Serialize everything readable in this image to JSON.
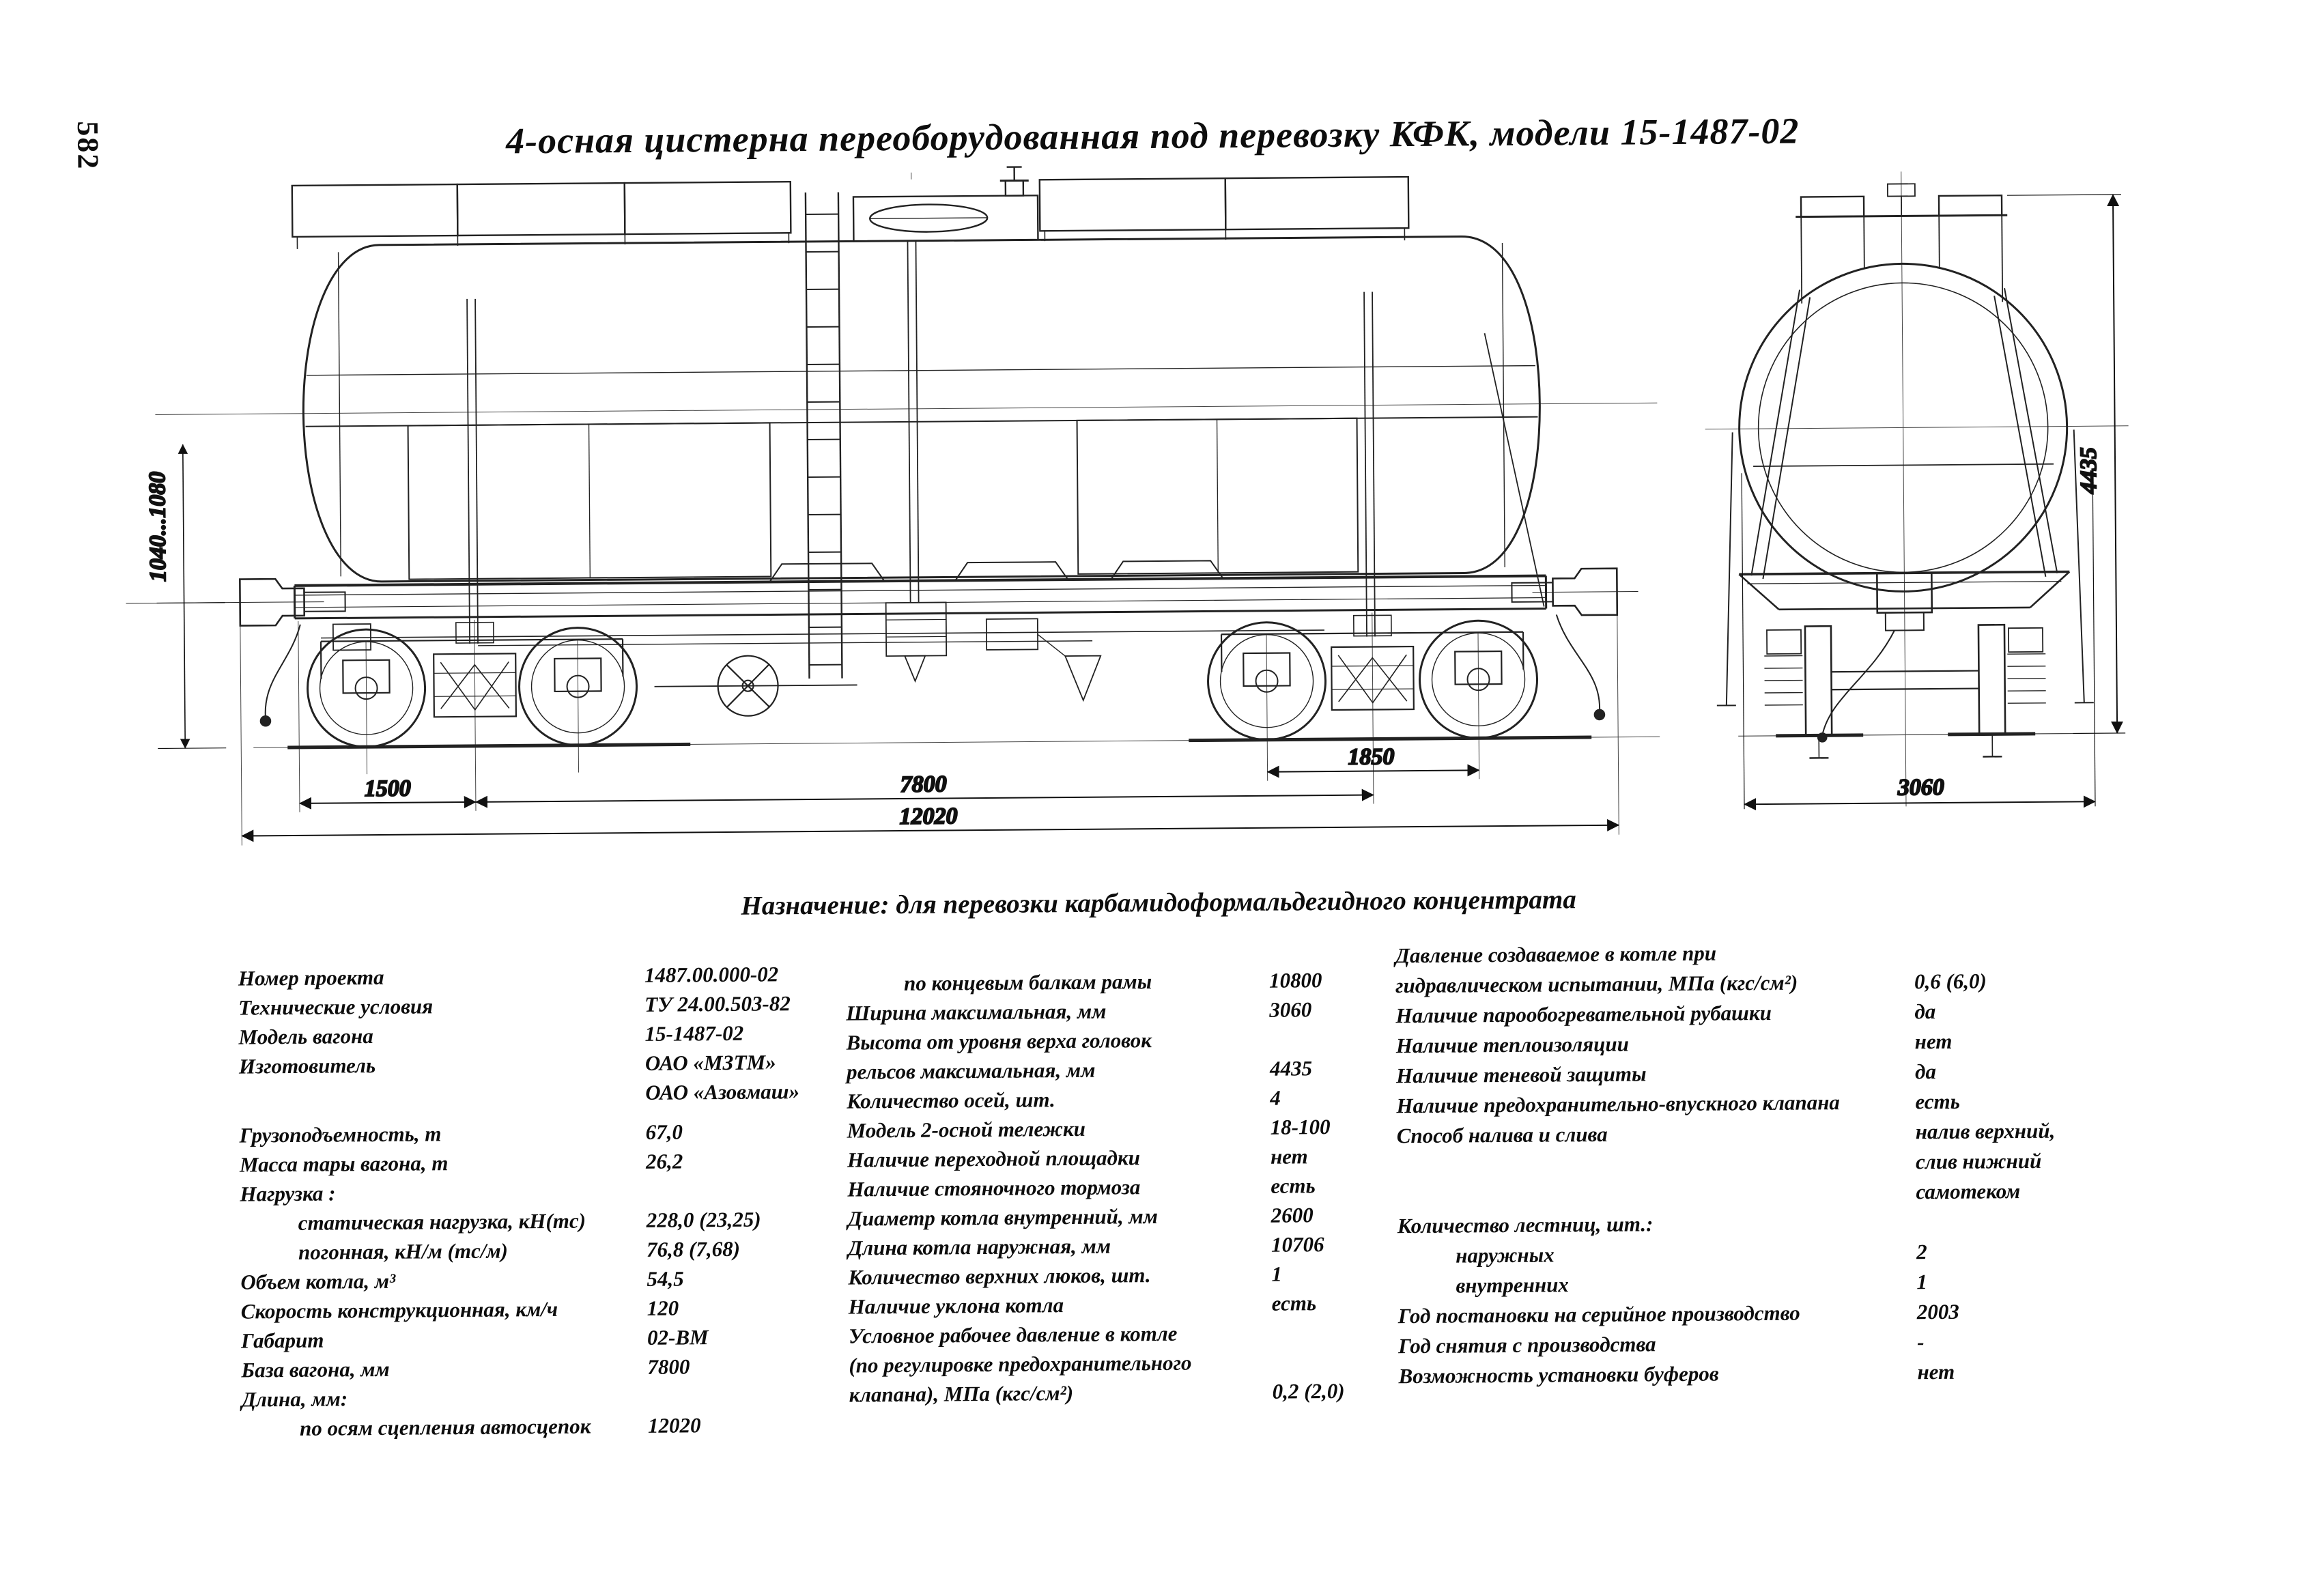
{
  "page": {
    "number": "582"
  },
  "title": "4-осная цистерна переоборудованная под перевозку КФК, модели 15-1487-02",
  "purpose": "Назначение: для перевозки карбамидоформальдегидного концентрата",
  "drawing": {
    "dims": {
      "coupler_height": "1040...1080",
      "d1500": "1500",
      "d7800": "7800",
      "d1850": "1850",
      "d12020": "12020",
      "d3060": "3060",
      "d4435": "4435"
    }
  },
  "specs": {
    "col1": [
      {
        "label": "Номер проекта",
        "value": "1487.00.000-02"
      },
      {
        "label": "Технические условия",
        "value": "ТУ 24.00.503-82"
      },
      {
        "label": "Модель вагона",
        "value": "15-1487-02"
      },
      {
        "label": "Изготовитель",
        "value": "ОАО «МЗТМ»"
      },
      {
        "label": "",
        "value": "ОАО «Азовмаш»"
      },
      {
        "label": "",
        "value": "",
        "cls": "sp"
      },
      {
        "label": "Грузоподъемность, т",
        "value": "67,0"
      },
      {
        "label": "Масса тары вагона, т",
        "value": "26,2"
      },
      {
        "label": "Нагрузка :",
        "value": ""
      },
      {
        "label": "статическая нагрузка, кН(тс)",
        "value": "228,0 (23,25)",
        "cls": "ind"
      },
      {
        "label": "погонная, кН/м (тс/м)",
        "value": "76,8 (7,68)",
        "cls": "ind"
      },
      {
        "label": "Объем котла, м³",
        "value": "54,5"
      },
      {
        "label": "Скорость конструкционная, км/ч",
        "value": "120"
      },
      {
        "label": "Габарит",
        "value": "02-ВМ"
      },
      {
        "label": "База вагона, мм",
        "value": "7800"
      },
      {
        "label": "Длина, мм:",
        "value": ""
      },
      {
        "label": "по осям сцепления автосцепок",
        "value": "12020",
        "cls": "ind"
      }
    ],
    "col2": [
      {
        "label": "по концевым балкам рамы",
        "value": "10800",
        "cls": "ind"
      },
      {
        "label": "Ширина максимальная, мм",
        "value": "3060"
      },
      {
        "label": "Высота от уровня верха головок",
        "value": ""
      },
      {
        "label": "рельсов максимальная, мм",
        "value": "4435"
      },
      {
        "label": "Количество осей, шт.",
        "value": "4"
      },
      {
        "label": "Модель 2-осной тележки",
        "value": "18-100"
      },
      {
        "label": "Наличие переходной площадки",
        "value": "нет"
      },
      {
        "label": "Наличие стояночного тормоза",
        "value": "есть"
      },
      {
        "label": "Диаметр котла внутренний, мм",
        "value": "2600"
      },
      {
        "label": "Длина котла наружная, мм",
        "value": "10706"
      },
      {
        "label": "Количество верхних люков, шт.",
        "value": "1"
      },
      {
        "label": "Наличие уклона котла",
        "value": "есть"
      },
      {
        "label": "Условное рабочее давление в котле",
        "value": ""
      },
      {
        "label": "(по регулировке предохранительного",
        "value": ""
      },
      {
        "label": "клапана), МПа (кгс/см²)",
        "value": "0,2 (2,0)"
      }
    ],
    "col3": [
      {
        "label": "Давление создаваемое в котле при",
        "value": ""
      },
      {
        "label": "гидравлическом испытании, МПа (кгс/см²)",
        "value": "0,6 (6,0)"
      },
      {
        "label": "Наличие парообогревательной рубашки",
        "value": "да"
      },
      {
        "label": "Наличие теплоизоляции",
        "value": "нет"
      },
      {
        "label": "Наличие теневой защиты",
        "value": "да"
      },
      {
        "label": "Наличие предохранительно-впускного клапана",
        "value": "есть"
      },
      {
        "label": "Способ налива и слива",
        "value": "налив верхний,"
      },
      {
        "label": "",
        "value": "слив нижний"
      },
      {
        "label": "",
        "value": "самотеком"
      },
      {
        "label": "Количество лестниц, шт.:",
        "value": ""
      },
      {
        "label": "наружных",
        "value": "2",
        "cls": "ind"
      },
      {
        "label": "внутренних",
        "value": "1",
        "cls": "ind"
      },
      {
        "label": "Год постановки на серийное производство",
        "value": "2003"
      },
      {
        "label": "Год снятия с производства",
        "value": "-"
      },
      {
        "label": "Возможность установки буферов",
        "value": "нет"
      }
    ]
  }
}
